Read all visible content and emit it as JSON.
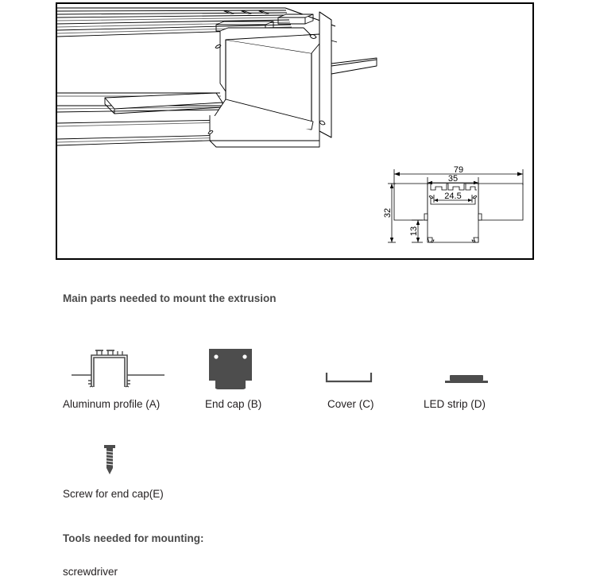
{
  "document": {
    "type": "led-extrusion-mounting-instructions"
  },
  "drawing": {
    "name": "recessed-led-extrusion-perspective",
    "dimensions": {
      "overall_width": "79",
      "body_width": "35",
      "channel_width": "24.5",
      "overall_height": "32",
      "recess_depth": "13"
    },
    "units_note": ""
  },
  "sections": {
    "main_parts_heading": "Main parts needed to mount the extrusion",
    "tools_heading": "Tools needed for mounting:",
    "tools_text": "screwdriver"
  },
  "parts": [
    {
      "label": "Aluminum profile (A)",
      "icon": "aluminum-profile-icon"
    },
    {
      "label": "End cap (B)",
      "icon": "end-cap-icon"
    },
    {
      "label": "Cover (C)",
      "icon": "cover-icon"
    },
    {
      "label": "LED  strip (D)",
      "icon": "led-strip-icon"
    }
  ],
  "screw_part": {
    "label": "Screw for end cap(E)",
    "icon": "screw-icon"
  },
  "colors": {
    "frame_border": "#000000",
    "heading_text": "#4a4a4a",
    "body_text": "#231f20",
    "part_icon_fill": "#4d4d4d",
    "line_work": "#000000",
    "shadow_fill": "#000000"
  }
}
